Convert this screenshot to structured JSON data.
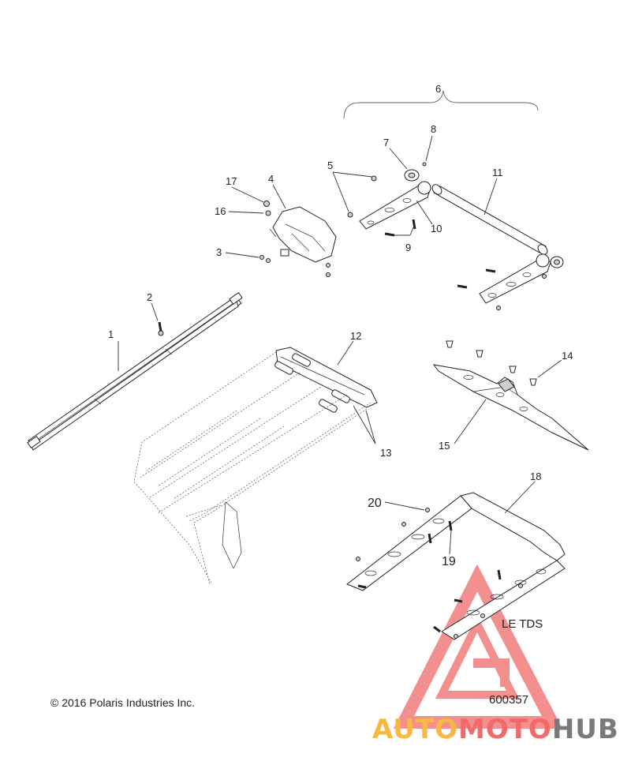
{
  "diagram": {
    "callouts": {
      "c1": "1",
      "c2": "2",
      "c3": "3",
      "c4": "4",
      "c5": "5",
      "c6": "6",
      "c7": "7",
      "c8": "8",
      "c9": "9",
      "c10": "10",
      "c11": "11",
      "c12": "12",
      "c13": "13",
      "c14": "14",
      "c15": "15",
      "c16": "16",
      "c17": "17",
      "c18": "18",
      "c19": "19",
      "c20": "20"
    },
    "variant_label": "LE TDS",
    "copyright": "© 2016 Polaris Industries Inc.",
    "drawing_number": "600357"
  },
  "watermark": {
    "word_part1": "AUTO",
    "word_part2": "MOTO",
    "word_part3": "HUB",
    "colors": {
      "yellow": "#f7b942",
      "red": "#f06a6a",
      "gray": "#7a7a7a"
    }
  }
}
